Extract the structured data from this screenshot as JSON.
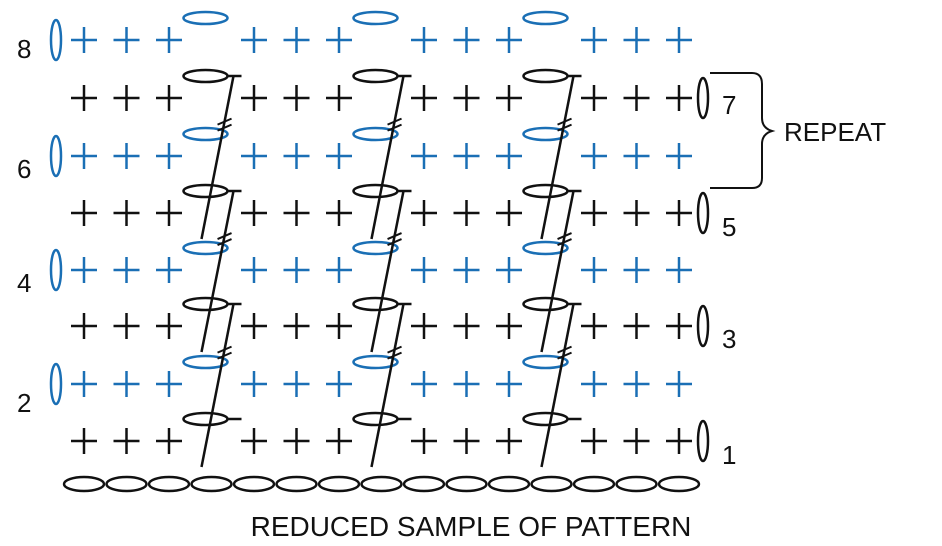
{
  "colors": {
    "odd_rows": "#111111",
    "even_rows": "#1a6fb5",
    "background": "#ffffff"
  },
  "row_labels": {
    "r1": "1",
    "r2": "2",
    "r3": "3",
    "r4": "4",
    "r5": "5",
    "r6": "6",
    "r7": "7",
    "r8": "8"
  },
  "repeat_label": "REPEAT",
  "caption": "REDUCED SAMPLE OF PATTERN",
  "symbols": {
    "foundation_chain_count": 15,
    "stitches_per_row": 15,
    "pattern_repeats": 3
  }
}
